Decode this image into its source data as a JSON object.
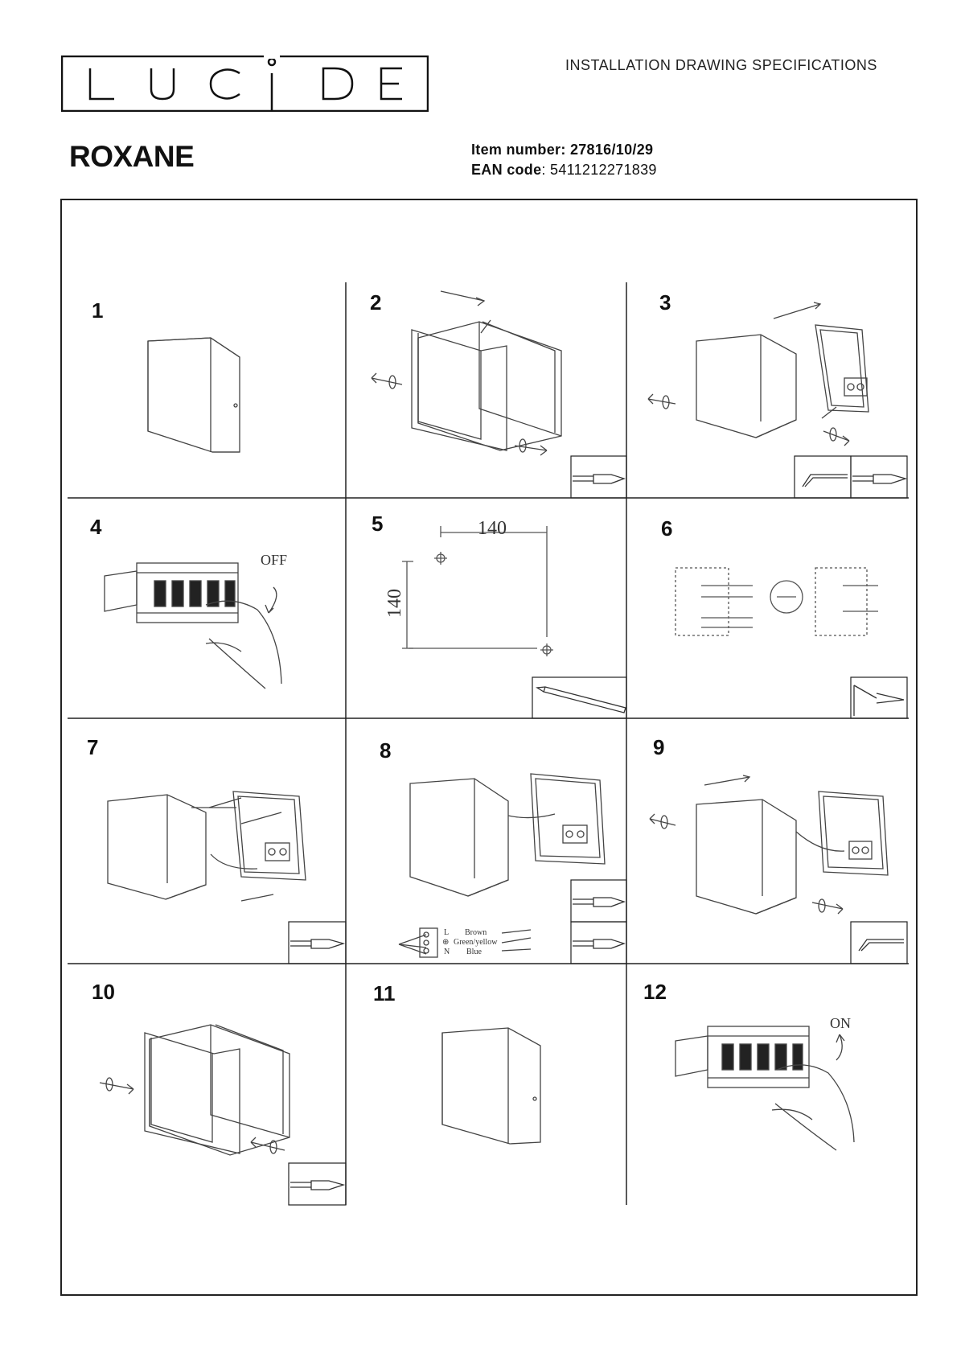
{
  "header": {
    "logo_text": "LUCIDE",
    "doc_title": "INSTALLATION DRAWING SPECIFICATIONS",
    "product_name": "ROXANE",
    "item_number_label": "Item number:",
    "item_number_value": "27816/10/29",
    "ean_label": "EAN code",
    "ean_value": ": 5411212271839"
  },
  "steps": [
    {
      "number": "1"
    },
    {
      "number": "2"
    },
    {
      "number": "3"
    },
    {
      "number": "4",
      "label": "OFF"
    },
    {
      "number": "5",
      "dim_horizontal": "140",
      "dim_vertical": "140"
    },
    {
      "number": "6"
    },
    {
      "number": "7"
    },
    {
      "number": "8",
      "wires": [
        {
          "code": "L",
          "name": "Brown"
        },
        {
          "code": "⊕",
          "name": "Green/yellow"
        },
        {
          "code": "N",
          "name": "Blue"
        }
      ]
    },
    {
      "number": "9"
    },
    {
      "number": "10"
    },
    {
      "number": "11"
    },
    {
      "number": "12",
      "label": "ON"
    }
  ]
}
